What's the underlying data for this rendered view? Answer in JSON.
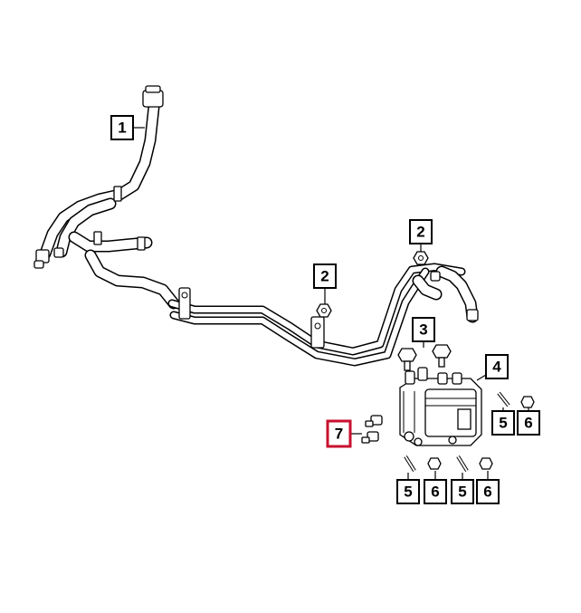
{
  "diagram": {
    "callouts": [
      {
        "id": "c1",
        "label": "1"
      },
      {
        "id": "c2a",
        "label": "2"
      },
      {
        "id": "c2b",
        "label": "2"
      },
      {
        "id": "c3",
        "label": "3"
      },
      {
        "id": "c4",
        "label": "4"
      },
      {
        "id": "c5a",
        "label": "5"
      },
      {
        "id": "c6a",
        "label": "6"
      },
      {
        "id": "c7",
        "label": "7",
        "highlight": true
      },
      {
        "id": "c5b",
        "label": "5"
      },
      {
        "id": "c6b",
        "label": "6"
      },
      {
        "id": "c5c",
        "label": "5"
      },
      {
        "id": "c6c",
        "label": "6"
      }
    ],
    "highlight_color": "#c8102e",
    "line_color": "#000000",
    "background": "#ffffff"
  }
}
